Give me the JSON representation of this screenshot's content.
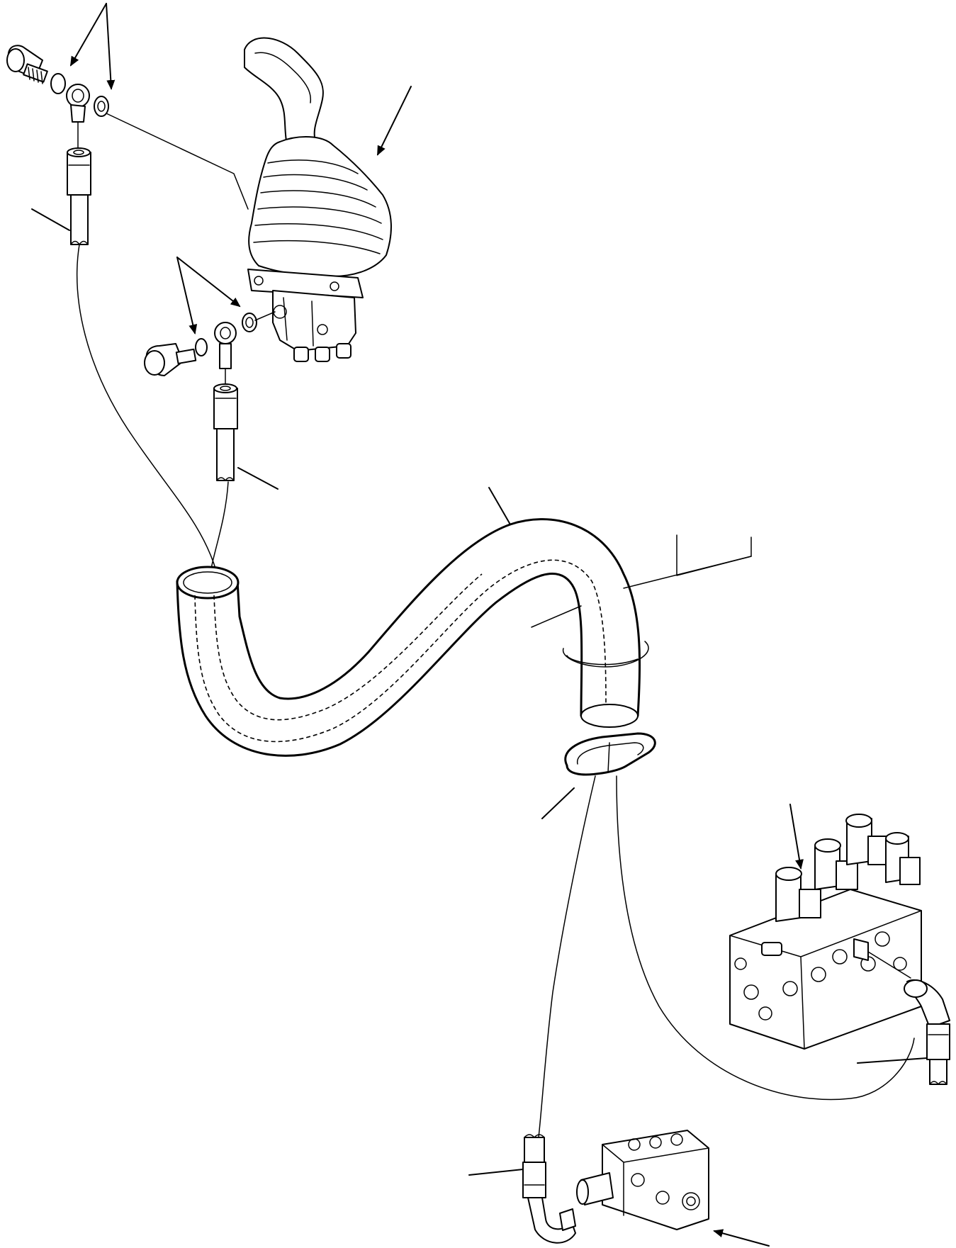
{
  "figure": {
    "description_text": "",
    "parts": [
      "joystick",
      "hose-sleeve",
      "hose-clamp",
      "valve-block",
      "tee-block"
    ]
  },
  "colors": {
    "line": "#000000",
    "background": "#ffffff"
  }
}
